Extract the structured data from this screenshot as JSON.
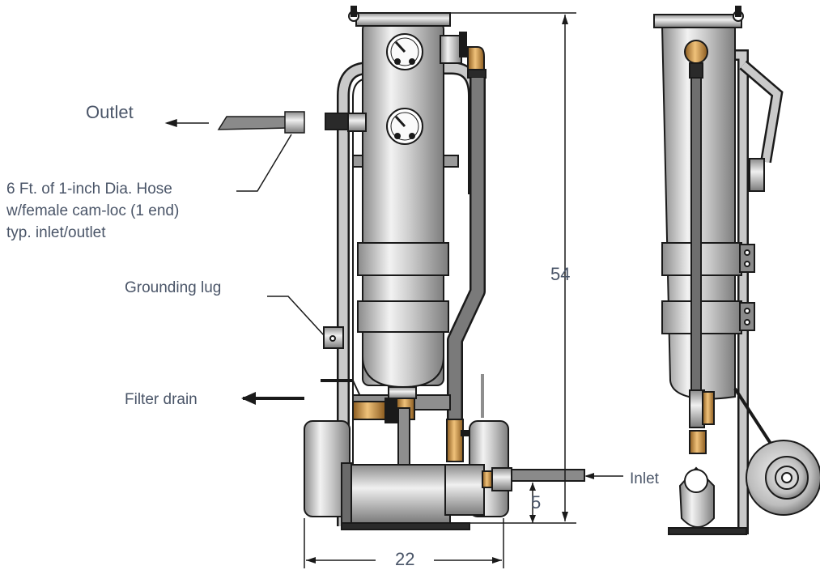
{
  "labels": {
    "outlet": "Outlet",
    "hose_line1": "6 Ft. of 1-inch Dia. Hose",
    "hose_line2": "w/female cam-loc (1 end)",
    "hose_line3": "typ. inlet/outlet",
    "grounding_lug": "Grounding lug",
    "filter_drain": "Filter drain",
    "inlet": "Inlet"
  },
  "dimensions": {
    "height": "54",
    "width": "22",
    "inlet_height": "5"
  },
  "colors": {
    "text": "#4a5568",
    "line": "#1a1a1a",
    "steel_light": "#e6e6e6",
    "steel_mid": "#b5b5b5",
    "steel_dark": "#7a7a7a",
    "brass": "#c8963c",
    "hose": "#6e6e6e"
  }
}
